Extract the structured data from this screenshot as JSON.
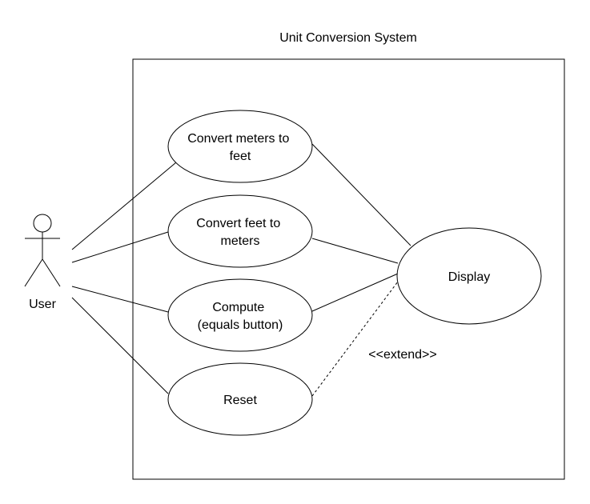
{
  "system": {
    "title": "Unit Conversion System"
  },
  "actor": {
    "name": "User"
  },
  "use_cases": {
    "meters_to_feet": [
      "Convert meters to",
      "feet"
    ],
    "feet_to_meters": [
      "Convert feet to",
      "meters"
    ],
    "compute": [
      "Compute",
      "(equals button)"
    ],
    "reset": [
      "Reset"
    ],
    "display": [
      "Display"
    ]
  },
  "relations": {
    "extend_label": "<<extend>>"
  },
  "colors": {
    "stroke": "#000000",
    "background": "#ffffff"
  }
}
